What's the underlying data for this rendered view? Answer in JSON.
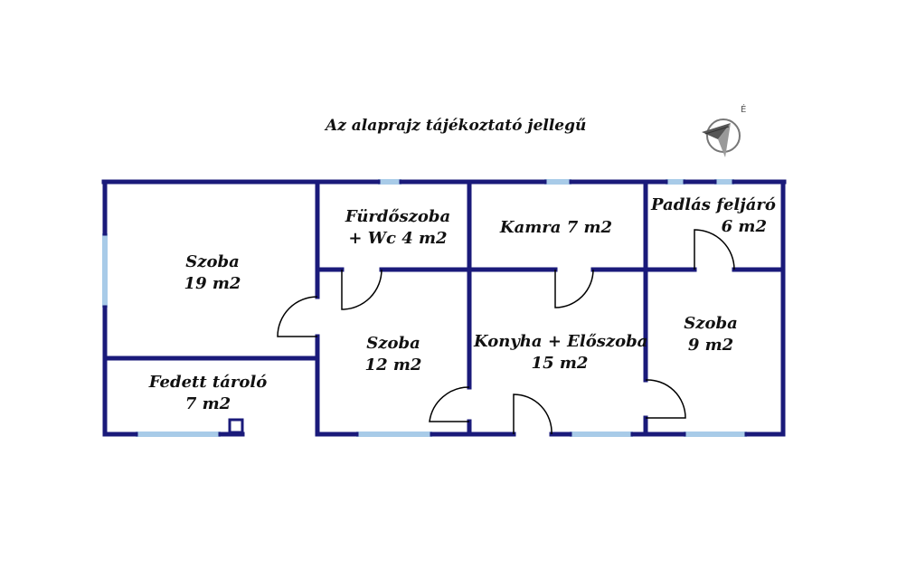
{
  "title": "Az alaprajz tájékoztató jellegű",
  "compass": {
    "letter": "É",
    "icon": "compass-north-icon"
  },
  "colors": {
    "wall": "#1a1a7a",
    "window": "#a8cbe8",
    "door_line": "#000000",
    "background": "#ffffff"
  },
  "rooms": {
    "szoba_19": {
      "name": "Szoba",
      "area": "19 m2"
    },
    "furdo": {
      "name": "Fürdőszoba",
      "area": "+ Wc  4 m2"
    },
    "kamra": {
      "name": "Kamra 7 m2"
    },
    "padlas": {
      "name": "Padlás feljáró",
      "area": "6 m2"
    },
    "szoba_12": {
      "name": "Szoba",
      "area": "12 m2"
    },
    "konyha": {
      "name": "Konyha + Előszoba",
      "area": "15 m2"
    },
    "szoba_9": {
      "name": "Szoba",
      "area": "9 m2"
    },
    "tarolo": {
      "name": "Fedett tároló",
      "area": "7 m2"
    }
  }
}
